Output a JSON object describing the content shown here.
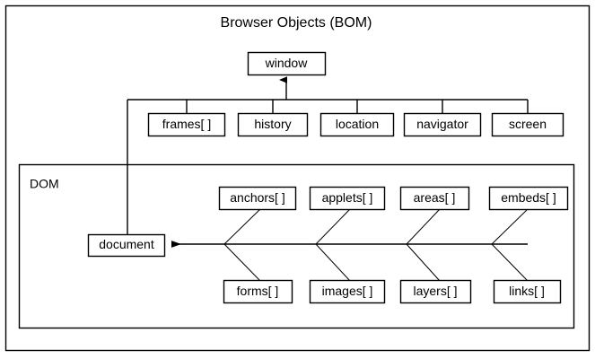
{
  "diagram": {
    "title": "Browser Objects (BOM)",
    "groups": [
      {
        "id": "dom",
        "label": "DOM"
      }
    ],
    "root_node": {
      "id": "window",
      "label": "window"
    },
    "document_node": {
      "id": "document",
      "label": "document"
    },
    "bom_children": [
      {
        "id": "frames",
        "label": "frames[ ]"
      },
      {
        "id": "history",
        "label": "history"
      },
      {
        "id": "location",
        "label": "location"
      },
      {
        "id": "navigator",
        "label": "navigator"
      },
      {
        "id": "screen",
        "label": "screen"
      }
    ],
    "dom_children_top": [
      {
        "id": "anchors",
        "label": "anchors[ ]"
      },
      {
        "id": "applets",
        "label": "applets[ ]"
      },
      {
        "id": "areas",
        "label": "areas[ ]"
      },
      {
        "id": "embeds",
        "label": "embeds[ ]"
      }
    ],
    "dom_children_bottom": [
      {
        "id": "forms",
        "label": "forms[ ]"
      },
      {
        "id": "images",
        "label": "images[ ]"
      },
      {
        "id": "layers",
        "label": "layers[ ]"
      },
      {
        "id": "links",
        "label": "links[ ]"
      }
    ],
    "colors": {
      "background": "#ffffff",
      "stroke": "#000000",
      "text": "#000000"
    }
  }
}
